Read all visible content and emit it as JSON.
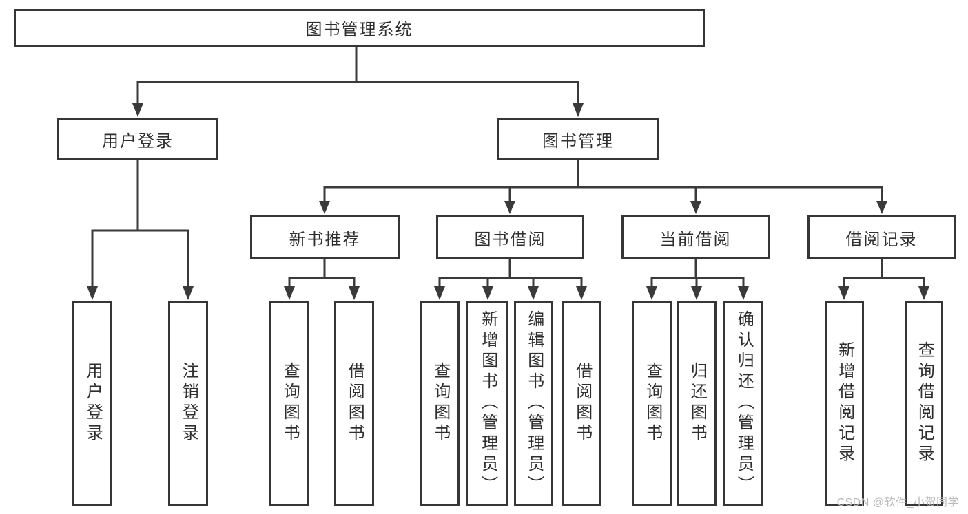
{
  "diagram": {
    "type": "hierarchy-tree",
    "title": "图书管理系统"
  },
  "tree": {
    "label": "图书管理系统",
    "children": [
      {
        "label": "用户登录",
        "children": [
          {
            "label": "用户登录"
          },
          {
            "label": "注销登录"
          }
        ]
      },
      {
        "label": "图书管理",
        "children": [
          {
            "label": "新书推荐",
            "children": [
              {
                "label": "查询图书"
              },
              {
                "label": "借阅图书"
              }
            ]
          },
          {
            "label": "图书借阅",
            "children": [
              {
                "label": "查询图书"
              },
              {
                "label": "新增图书（管理员）"
              },
              {
                "label": "编辑图书（管理员）"
              },
              {
                "label": "借阅图书"
              }
            ]
          },
          {
            "label": "当前借阅",
            "children": [
              {
                "label": "查询图书"
              },
              {
                "label": "归还图书"
              },
              {
                "label": "确认归还（管理员）"
              }
            ]
          },
          {
            "label": "借阅记录",
            "children": [
              {
                "label": "新增借阅记录"
              },
              {
                "label": "查询借阅记录"
              }
            ]
          }
        ]
      }
    ]
  },
  "watermark": {
    "text": "CSDN @软件_小贺同学"
  },
  "colors": {
    "background": "#ffffff",
    "line": "#3a3a3a",
    "box_border": "#363636",
    "text": "#2e2e2e",
    "watermark": "#b9b9b9"
  }
}
